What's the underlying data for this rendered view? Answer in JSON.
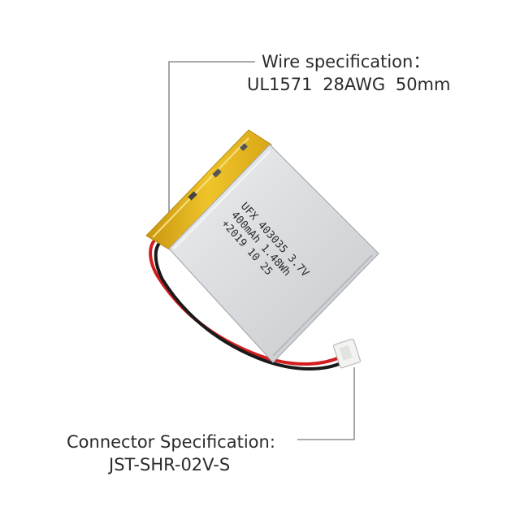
{
  "wire_spec": {
    "title": "Wire specification：",
    "value": "UL1571   28AWG   50mm"
  },
  "connector_spec": {
    "title": "Connector Specification:",
    "value": "JST-SHR-02V-S"
  },
  "battery_label": {
    "line1": "UFX 403035 3.7V",
    "line2": "400mAh 1.48Wh",
    "line3": "+2019 10 25"
  },
  "colors": {
    "wrap": "#e3b31a",
    "cell_face": "#d8dadc",
    "wire_red": "#d21e1e",
    "wire_black": "#1a1a1a",
    "leader_line": "#777777",
    "text": "#2b2b2b"
  }
}
